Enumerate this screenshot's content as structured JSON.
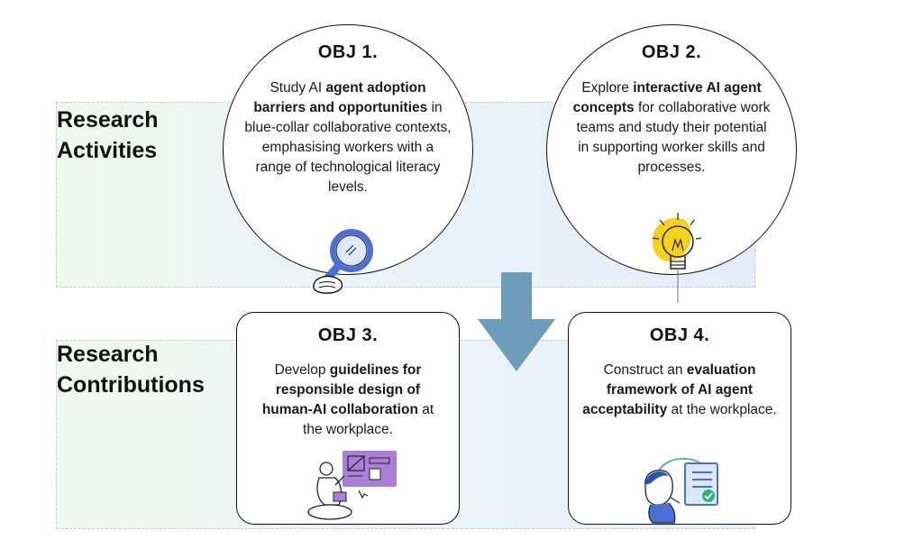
{
  "rows": {
    "activities": [
      "Research",
      "Activities"
    ],
    "contributions": [
      "Research",
      "Contributions"
    ]
  },
  "objectives": [
    {
      "title": "OBJ 1.",
      "body": [
        {
          "t": "Study AI ",
          "b": false
        },
        {
          "t": "agent adoption barriers and opportunities",
          "b": true
        },
        {
          "t": " in blue-collar collaborative contexts, emphasising workers with a range of technological literacy levels.",
          "b": false
        }
      ],
      "icon": "magnifying-glass-icon"
    },
    {
      "title": "OBJ 2.",
      "body": [
        {
          "t": "Explore ",
          "b": false
        },
        {
          "t": "interactive AI agent concepts",
          "b": true
        },
        {
          "t": " for collaborative work teams and study their potential in supporting worker skills and processes.",
          "b": false
        }
      ],
      "icon": "lightbulb-icon"
    },
    {
      "title": "OBJ 3.",
      "body": [
        {
          "t": "Develop ",
          "b": false
        },
        {
          "t": "guidelines for responsible design of human-AI collaboration",
          "b": true
        },
        {
          "t": " at the workplace.",
          "b": false
        }
      ],
      "icon": "designer-with-board-icon"
    },
    {
      "title": "OBJ 4.",
      "body": [
        {
          "t": "Construct an ",
          "b": false
        },
        {
          "t": "evaluation framework of AI agent acceptability",
          "b": true
        },
        {
          "t": " at the workplace.",
          "b": false
        }
      ],
      "icon": "person-evaluating-checklist-icon"
    }
  ],
  "colors": {
    "arrow": "#6e9db9",
    "band_border": "#bcd3bf",
    "bulb": "#f5d21a",
    "magnifier": "#4a6fd6",
    "check": "#2bb673",
    "purple_board": "#a97fd8"
  }
}
